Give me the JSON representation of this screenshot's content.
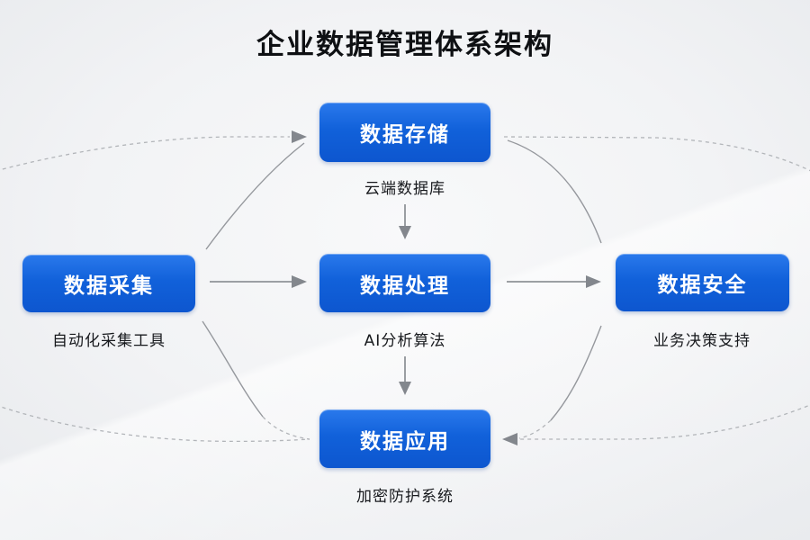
{
  "title": "企业数据管理体系架构",
  "colors": {
    "box_blue": "#1161da",
    "box_blue_light": "#2a79ec",
    "box_text": "#ffffff",
    "arrow_gray": "#8f9398",
    "dashed_gray": "#b2b5b9",
    "title_text": "#0e1013",
    "background": "#f1f2f4"
  },
  "nodes": [
    {
      "id": "storage",
      "label": "数据存储",
      "sublabel": "云端数据库"
    },
    {
      "id": "collection",
      "label": "数据采集",
      "sublabel": "自动化采集工具"
    },
    {
      "id": "processing",
      "label": "数据处理",
      "sublabel": "AI分析算法"
    },
    {
      "id": "security",
      "label": "数据安全",
      "sublabel": "业务决策支持"
    },
    {
      "id": "application",
      "label": "数据应用",
      "sublabel": "加密防护系统"
    }
  ],
  "edges": [
    {
      "from": "collection",
      "to": "storage",
      "style": "solid-curve"
    },
    {
      "from": "collection",
      "to": "processing",
      "style": "solid-arrow"
    },
    {
      "from": "storage",
      "to": "processing",
      "style": "solid-arrow"
    },
    {
      "from": "processing",
      "to": "security",
      "style": "solid-arrow"
    },
    {
      "from": "processing",
      "to": "application",
      "style": "solid-arrow"
    },
    {
      "from": "collection",
      "to": "application",
      "style": "solid-curve"
    },
    {
      "from": "storage",
      "to": "security",
      "style": "solid-curve"
    },
    {
      "from": "security",
      "to": "application",
      "style": "solid-curve"
    },
    {
      "from": "loop-left",
      "to": "storage",
      "style": "dashed-arrow"
    },
    {
      "from": "loop-right",
      "to": "application",
      "style": "dashed-arrow"
    }
  ]
}
